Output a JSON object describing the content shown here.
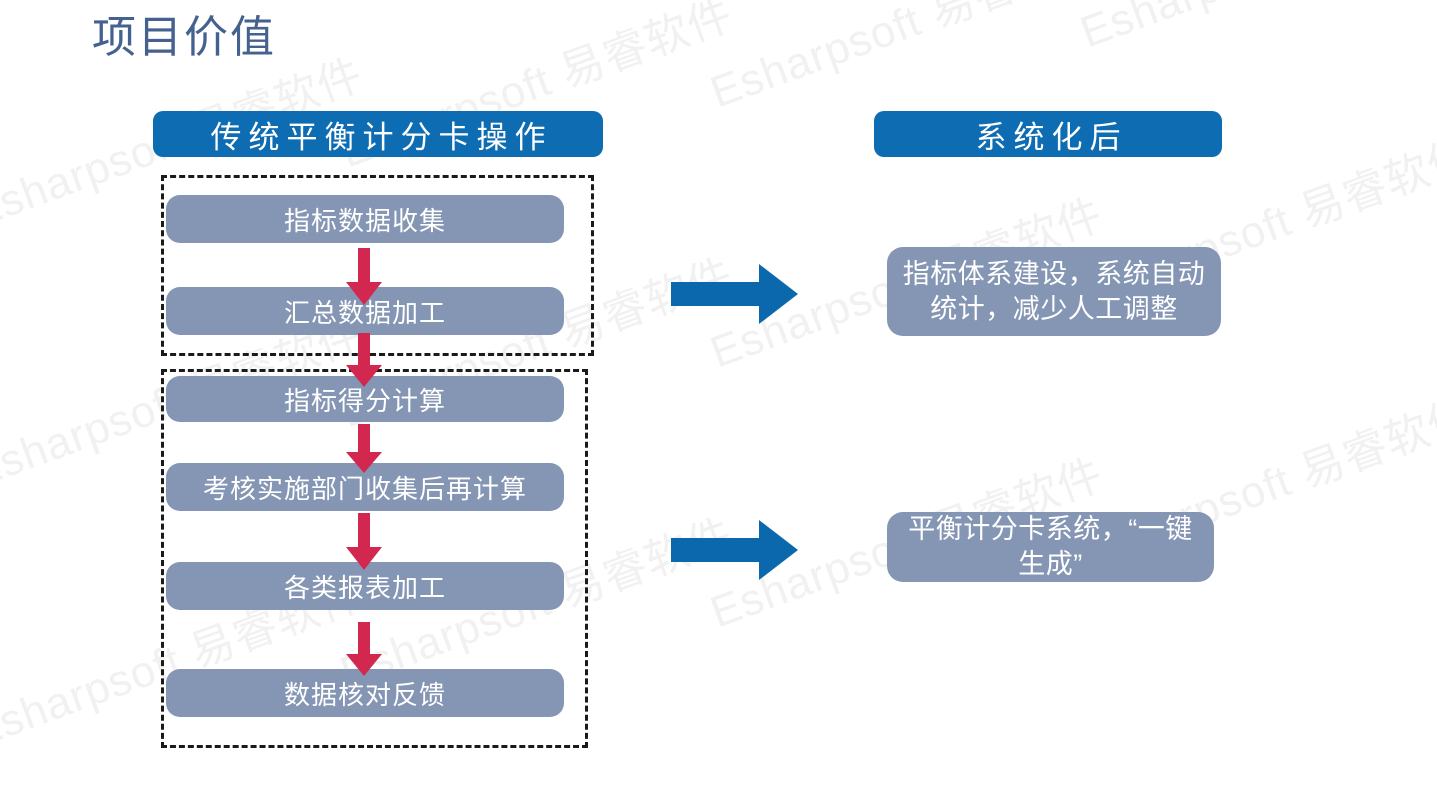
{
  "page": {
    "title": "项目价值",
    "title_color": "#45618f",
    "background": "#ffffff"
  },
  "theme": {
    "banner_blue": "#0d6cb2",
    "box_slate": "#8496b4",
    "red_arrow": "#d2284f",
    "blue_arrow": "#0b68ac",
    "dashed_border": "#1a1a1a",
    "box_text": "#ffffff"
  },
  "banners": {
    "left": "传统平衡计分卡操作",
    "right": "系统化后"
  },
  "flow": {
    "groups": [
      {
        "name": "data-collection-group",
        "steps": [
          "指标数据收集",
          "汇总数据加工"
        ]
      },
      {
        "name": "calculation-group",
        "steps": [
          "指标得分计算",
          "考核实施部门收集后再计算",
          "各类报表加工",
          "数据核对反馈"
        ]
      }
    ],
    "steps_flat": [
      "指标数据收集",
      "汇总数据加工",
      "指标得分计算",
      "考核实施部门收集后再计算",
      "各类报表加工",
      "数据核对反馈"
    ]
  },
  "results": [
    {
      "name": "indicator-system-result",
      "text": "指标体系建设，系统自动统计，减少人工调整"
    },
    {
      "name": "one-click-generation-result",
      "text": "平衡计分卡系统，“一键生成”"
    }
  ],
  "icons": {
    "down_arrow": "red-down-arrow-icon",
    "right_arrow": "blue-right-arrow-icon"
  },
  "watermark": {
    "text": "Esharpsoft 易睿软件",
    "color": "#f1f1f1",
    "angle_deg": -20
  }
}
